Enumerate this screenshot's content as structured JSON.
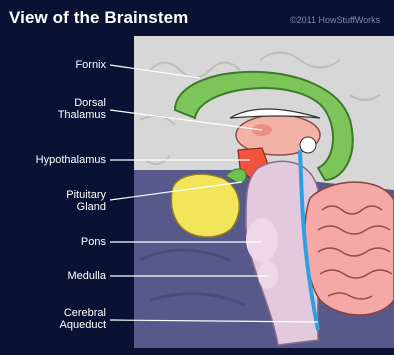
{
  "header": {
    "title": "View of the Brainstem",
    "copyright": "©2011 HowStuffWorks"
  },
  "labels": {
    "fornix": "Fornix",
    "dorsal_thalamus_line1": "Dorsal",
    "dorsal_thalamus_line2": "Thalamus",
    "hypothalamus": "Hypothalamus",
    "pituitary_line1": "Pituitary",
    "pituitary_line2": "Gland",
    "pons": "Pons",
    "medulla": "Medulla",
    "aqueduct_line1": "Cerebral",
    "aqueduct_line2": "Aqueduct"
  },
  "colors": {
    "background": "#0a1233",
    "panel": "#d6d6d6",
    "fornix": "#7dc55a",
    "thalamus": "#f2b3a6",
    "hypothalamus": "#f2533b",
    "pituitary": "#f3e55a",
    "brainstem": "#e3c9dd",
    "cerebellum": "#f5a9a6",
    "aqueduct": "#2f9fe0",
    "lower_region": "#5a5d8a"
  }
}
